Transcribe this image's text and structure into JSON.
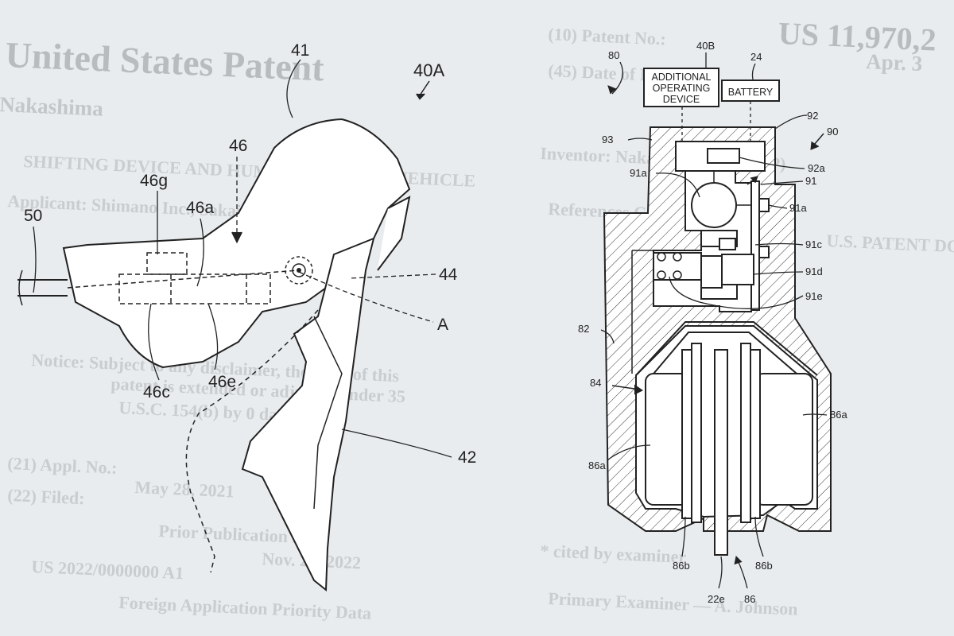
{
  "background": {
    "header_left": "United States Patent",
    "inventor": "Nakashima",
    "patent_no_label": "(10) Patent No.:",
    "patent_no": "US 11,970,2",
    "date_label": "(45) Date of Patent:",
    "date": "Apr. 3",
    "filed_label": "(22) Filed:",
    "appl_label": "(21) Appl. No.:",
    "prior_pub_label": "Prior Publication Data",
    "foreign_label": "Foreign Application Priority Data",
    "primary_examiner": "Primary Examiner — A. Johnson",
    "cited_by": "* cited by examiner",
    "shifting_line": "SHIFTING DEVICE AND HUMAN-POWERED VEHICLE",
    "body_lines": [
      "Applicant: Shimano Inc., Sakai (JP)",
      "Inventor: Nakashima, Sakai (JP)",
      "Notice: Subject to any disclaimer, the term of this",
      "patent is extended or adjusted under 35",
      "U.S.C. 154(b) by 0 days.",
      "May 28, 2021",
      "US 2022/0000000 A1",
      "Nov. 24, 2022",
      "References Cited",
      "U.S. PATENT DOCUMENTS"
    ]
  },
  "figure_left": {
    "title": "40A",
    "labels": [
      "41",
      "46",
      "46g",
      "46a",
      "50",
      "44",
      "A",
      "46c",
      "46e",
      "42"
    ]
  },
  "figure_right": {
    "boxes": {
      "additional_device": [
        "ADDITIONAL",
        "OPERATING",
        "DEVICE"
      ],
      "battery": "BATTERY"
    },
    "labels": {
      "l80": "80",
      "l40b": "40B",
      "l24": "24",
      "l92": "92",
      "l90": "90",
      "l93": "93",
      "l92a": "92a",
      "l91a_left": "91a",
      "l91": "91",
      "l91a_right": "91a",
      "l91c": "91c",
      "l91d": "91d",
      "l91e": "91e",
      "l82": "82",
      "l84": "84",
      "l86a_right": "86a",
      "l86a_left": "86a",
      "l86b_left": "86b",
      "l86b_right": "86b",
      "l22e": "22e",
      "l86": "86"
    }
  }
}
